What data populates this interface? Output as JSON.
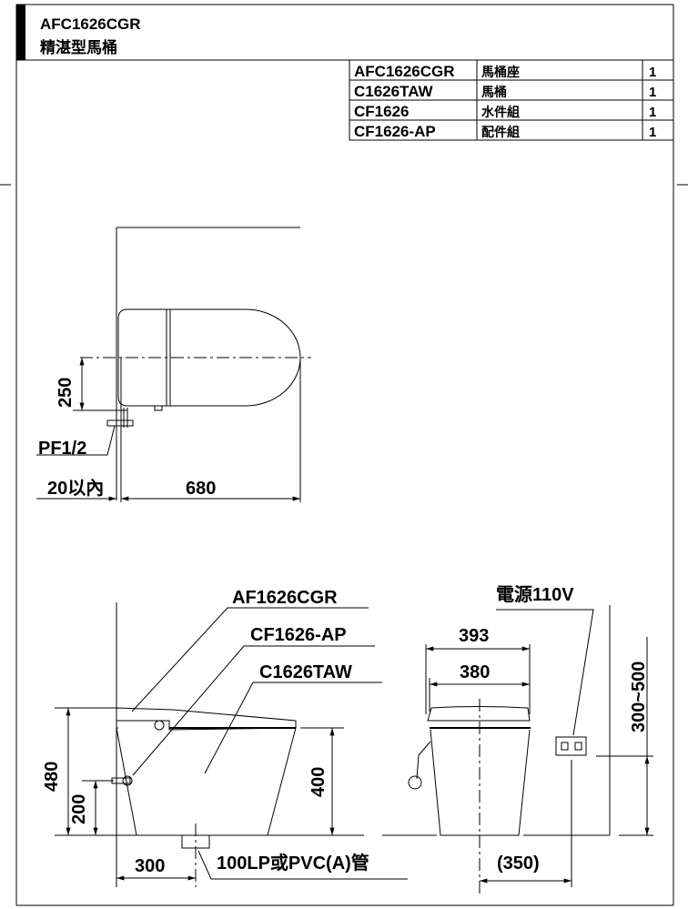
{
  "header": {
    "model": "AFC1626CGR",
    "name": "精湛型馬桶"
  },
  "parts_table": [
    {
      "code": "AFC1626CGR",
      "name": "馬桶座",
      "qty": "1"
    },
    {
      "code": "C1626TAW",
      "name": "馬桶",
      "qty": "1"
    },
    {
      "code": "CF1626",
      "name": "水件組",
      "qty": "1"
    },
    {
      "code": "CF1626-AP",
      "name": "配件組",
      "qty": "1"
    }
  ],
  "top_view": {
    "dim_height": "250",
    "fitting": "PF1/2",
    "dim_wall": "20以內",
    "dim_length": "680"
  },
  "side_view": {
    "label_seat": "AF1626CGR",
    "label_accessory": "CF1626-AP",
    "label_bowl": "C1626TAW",
    "dim_total_height": "480",
    "dim_supply_height": "200",
    "dim_bowl_height": "400",
    "dim_drain": "300",
    "drain_note": "100LP或PVC(A)管"
  },
  "front_view": {
    "power_note": "電源110V",
    "dim_seat_width": "393",
    "dim_bowl_width": "380",
    "dim_outlet_height": "300~500",
    "dim_outlet_offset": "(350)"
  }
}
